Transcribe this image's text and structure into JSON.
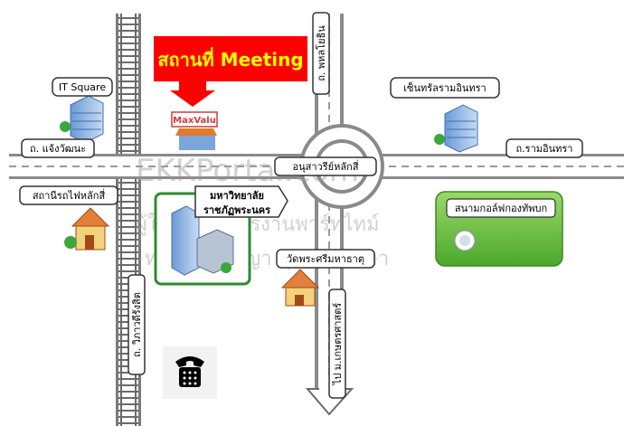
{
  "banner": {
    "text": "สถานที่ Meeting",
    "color": "#ff0000",
    "text_color": "#ffff00"
  },
  "roads": {
    "top_left": "ถ. แจ้งวัฒนะ",
    "phahon": "ถ. พหลโยธิน",
    "ram_inthra": "ถ.รามอินทรา",
    "vibhavadi": "ถ. วิภาวดีรังสิต",
    "kaset": "ไป ม.เกษตรศาสตร์"
  },
  "places": {
    "it_square": "IT Square",
    "maxvalu": "MaxValu",
    "central": "เซ็นทรัลรามอินทรา",
    "monument": "อนุสาวรีย์หลักสี่",
    "train_station": "สถานีรถไฟหลักสี่",
    "university_line1": "มหาวิทยาลัย",
    "university_line2": "ราชภัฏพระนคร",
    "temple": "วัดพระศรีมหาธาตุ",
    "golf": "สนามกอล์ฟกองทัพบก"
  },
  "watermark": {
    "line1": "EKKPortal.com",
    "line2": "ผู้ใช้งาน สมัครงานพาร์ทไทม์",
    "line3": "ทางานปริญญา มุนคารศึกษา"
  },
  "icons": [
    "phone-icon",
    "building-icon",
    "house-icon",
    "pond-icon",
    "arrow-down-icon"
  ]
}
